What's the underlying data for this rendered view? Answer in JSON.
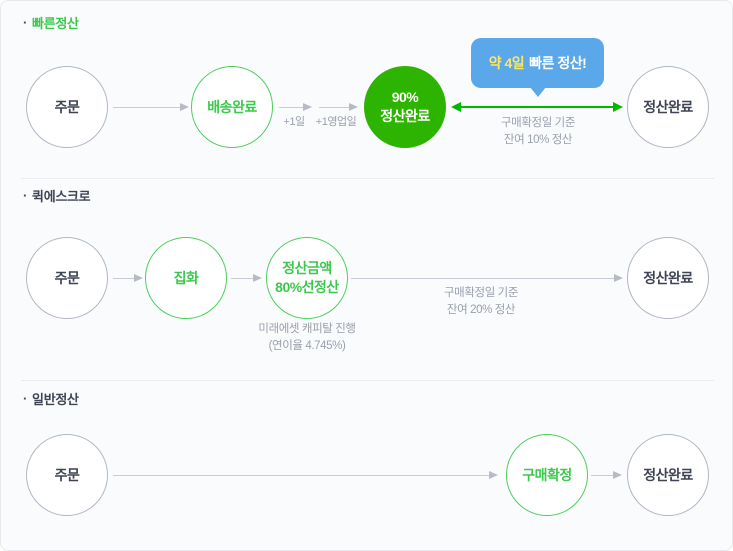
{
  "ui": {
    "bullet": "·"
  },
  "colors": {
    "panel_bg": "#fafbfd",
    "panel_border": "#e7e9ed",
    "divider": "#eaecef",
    "gray_border": "#b2b7c3",
    "dark_text": "#3e4453",
    "muted_text": "#9aa0ac",
    "green_outline": "#4ad05a",
    "green_text": "#3cc84d",
    "green_fill": "#2db400",
    "green_arrow": "#00b700",
    "arrow_line": "#c9ccd4",
    "arrow_head": "#b7bbc5",
    "bubble_bg": "#5aa8ea",
    "bubble_highlight": "#ffe65a"
  },
  "sections": {
    "fast": {
      "title": "빠른정산",
      "node_order": "주문",
      "node_delivery": "배송완료",
      "plus1day": "+1일",
      "plus1bizday": "+1영업일",
      "node_early_line1": "90%",
      "node_early_line2": "정산완료",
      "bubble_highlight": "약 4일",
      "bubble_rest": "빠른 정산!",
      "arrow_note_line1": "구매확정일 기준",
      "arrow_note_line2": "잔여 10% 정산",
      "node_done": "정산완료"
    },
    "quick_escrow": {
      "title": "퀵에스크로",
      "node_order": "주문",
      "node_pickup": "집화",
      "node_pre_line1": "정산금액",
      "node_pre_line2": "80%선정산",
      "capital_note_line1": "미래에셋 캐피탈 진행",
      "capital_note_line2": "(연이율 4.745%)",
      "arrow_note_line1": "구매확정일 기준",
      "arrow_note_line2": "잔여 20% 정산",
      "node_done": "정산완료"
    },
    "general": {
      "title": "일반정산",
      "node_order": "주문",
      "node_confirm": "구매확정",
      "node_done": "정산완료"
    }
  }
}
